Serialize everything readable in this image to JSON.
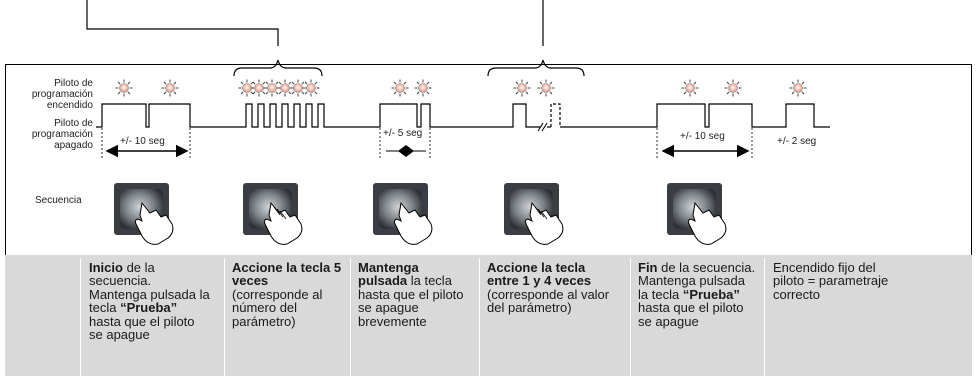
{
  "labels": {
    "on": [
      "Piloto de",
      "programación",
      "encendido"
    ],
    "off": [
      "Piloto de",
      "programación",
      "apagado"
    ],
    "sequence": "Secuencia"
  },
  "durations": [
    "+/- 10 seg",
    "+/- 5 seg",
    "+/- 10 seg",
    "+/- 2 seg"
  ],
  "icons": [
    "indicator-light-icon",
    "double-arrow-icon",
    "push-button-photo",
    "hand-pointer-icon"
  ],
  "colors": {
    "band": "#d9d9d9",
    "light": "#f2b8a8",
    "ink": "#1a1a1a"
  },
  "steps": [
    {
      "parts": [
        [
          "Inicio",
          true
        ],
        [
          " de la secuencia. Mantenga pulsada la tecla ",
          false
        ],
        [
          "“Prueba”",
          true
        ],
        [
          " hasta que el piloto se apague",
          false
        ]
      ]
    },
    {
      "parts": [
        [
          "Accione la tecla 5 veces",
          true
        ],
        [
          " (corresponde al número del parámetro)",
          false
        ]
      ]
    },
    {
      "parts": [
        [
          "Mantenga pulsada",
          true
        ],
        [
          " la tecla hasta que el piloto se apague brevemente",
          false
        ]
      ]
    },
    {
      "parts": [
        [
          "Accione la tecla entre 1 y 4 veces",
          true
        ],
        [
          " (corresponde al valor del parámetro)",
          false
        ]
      ]
    },
    {
      "parts": [
        [
          "Fin",
          true
        ],
        [
          " de la secuencia. Mantenga pulsada la tecla ",
          false
        ],
        [
          "“Prueba”",
          true
        ],
        [
          " hasta que el piloto se apague",
          false
        ]
      ]
    },
    {
      "parts": [
        [
          "Encendido fijo del piloto = parametraje correcto",
          false
        ]
      ]
    }
  ]
}
